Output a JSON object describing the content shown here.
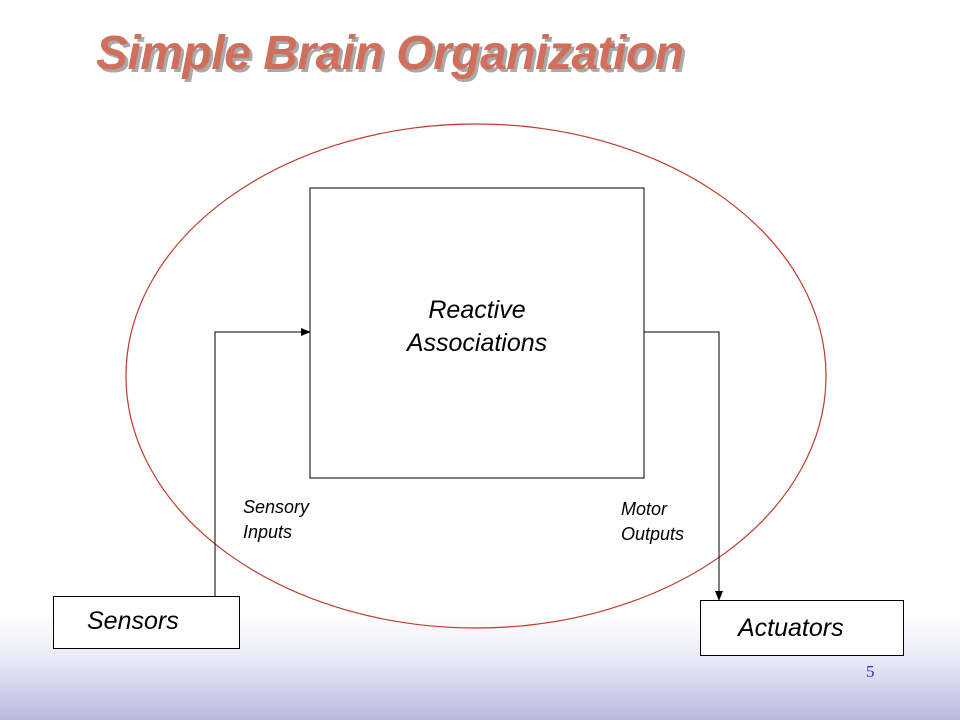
{
  "slide": {
    "title": "Simple Brain Organization",
    "page_number": "5"
  },
  "diagram": {
    "center_box": {
      "line1": "Reactive",
      "line2": "Associations"
    },
    "sensory_label": {
      "line1": "Sensory",
      "line2": "Inputs"
    },
    "motor_label": {
      "line1": "Motor",
      "line2": "Outputs"
    },
    "sensors": "Sensors",
    "actuators": "Actuators"
  },
  "colors": {
    "title": "#cf6f5c",
    "ellipse": "#c0392b",
    "page_number": "#2d2dc8"
  }
}
